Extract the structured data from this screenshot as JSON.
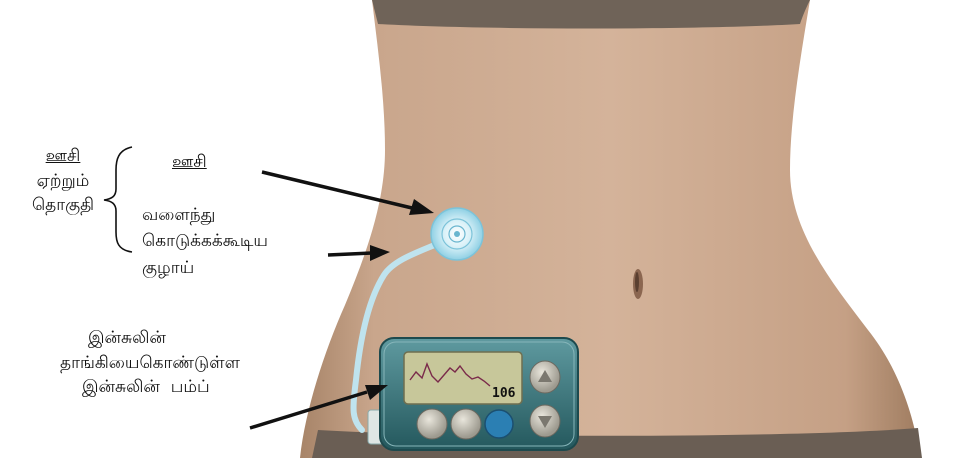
{
  "labels": {
    "infusion_set": {
      "line1": "ஊசி",
      "line2": "ஏற்றும்",
      "line3": "தொகுதி"
    },
    "needle": "ஊசி",
    "tubing": {
      "line1": "வளைந்து",
      "line2": "கொடுக்கக்கூடிய",
      "line3": "குழாய்"
    },
    "pump": {
      "line1": "இன்சுலின்",
      "line2": "தாங்கியைகொண்டுள்ள",
      "line3": "இன்சுலின்  பம்ப்"
    }
  },
  "pump_display": {
    "reading": "106"
  },
  "colors": {
    "skin": "#c8a48a",
    "waistband": "#6f6358",
    "tubing": "#bfe3ee",
    "pump_body": "#2f6f74",
    "screen": "#c7c79a",
    "graph_line": "#7a2a4a",
    "blue_button": "#2b7fb3"
  }
}
